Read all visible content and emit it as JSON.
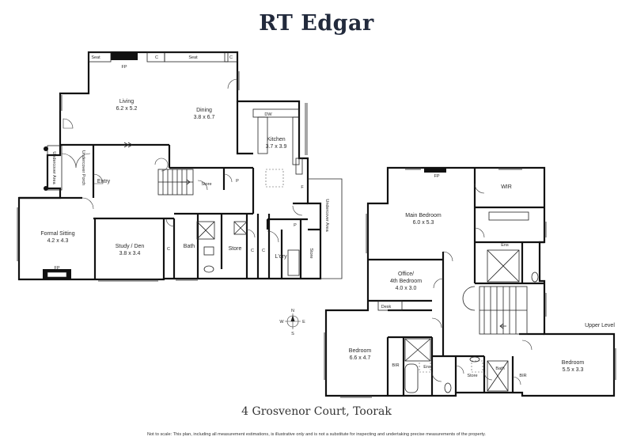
{
  "brand": "RT Edgar",
  "address": "4 Grosvenor Court, Toorak",
  "disclaimer": "Not to scale: This plan, including all measurement estimations, is illustrative only and is not a substitute for inspecting and undertaking precise measurements of the property.",
  "level_label": "Upper Level",
  "compass": {
    "n": "N",
    "s": "S",
    "e": "E",
    "w": "W"
  },
  "ground": {
    "living": {
      "name": "Living",
      "dims": "6.2 x 5.2"
    },
    "dining": {
      "name": "Dining",
      "dims": "3.8 x 6.7"
    },
    "kitchen": {
      "name": "Kitchen",
      "dims": "3.7 x 3.9"
    },
    "entry": "Entry",
    "formal": {
      "name": "Formal Sitting",
      "dims": "4.2 x 4.3"
    },
    "study": {
      "name": "Study / Den",
      "dims": "3.8 x 3.4"
    },
    "bath": "Bath",
    "store": "Store",
    "store2": "Store",
    "store3": "Store",
    "laundry": "L'dry",
    "undercover_porch": "Undercover Porch",
    "undercover_area_left": "Undercover Area",
    "undercover_area_right": "Undercover Area",
    "seat1": "Seat",
    "seat2": "Seat",
    "fp1": "FP",
    "fp2": "FP",
    "c_labels": [
      "C",
      "C",
      "C",
      "C",
      "C"
    ],
    "dw": "DW",
    "p1": "P",
    "p2": "P",
    "f": "F"
  },
  "upper": {
    "main_bedroom": {
      "name": "Main Bedroom",
      "dims": "6.0 x 5.3"
    },
    "wir": "WIR",
    "ens1": "Ens",
    "office": {
      "name": "Office/",
      "name2": "4th Bedroom",
      "dims": "4.0 x 3.0"
    },
    "desk": "Desk",
    "bedroom_left": {
      "name": "Bedroom",
      "dims": "6.6 x 4.7"
    },
    "bir1": "BIR",
    "ens2": "Ens",
    "store": "Store",
    "bath": "Bath",
    "bir2": "BIR",
    "bedroom_right": {
      "name": "Bedroom",
      "dims": "5.5 x 3.3"
    },
    "fp": "FP"
  }
}
